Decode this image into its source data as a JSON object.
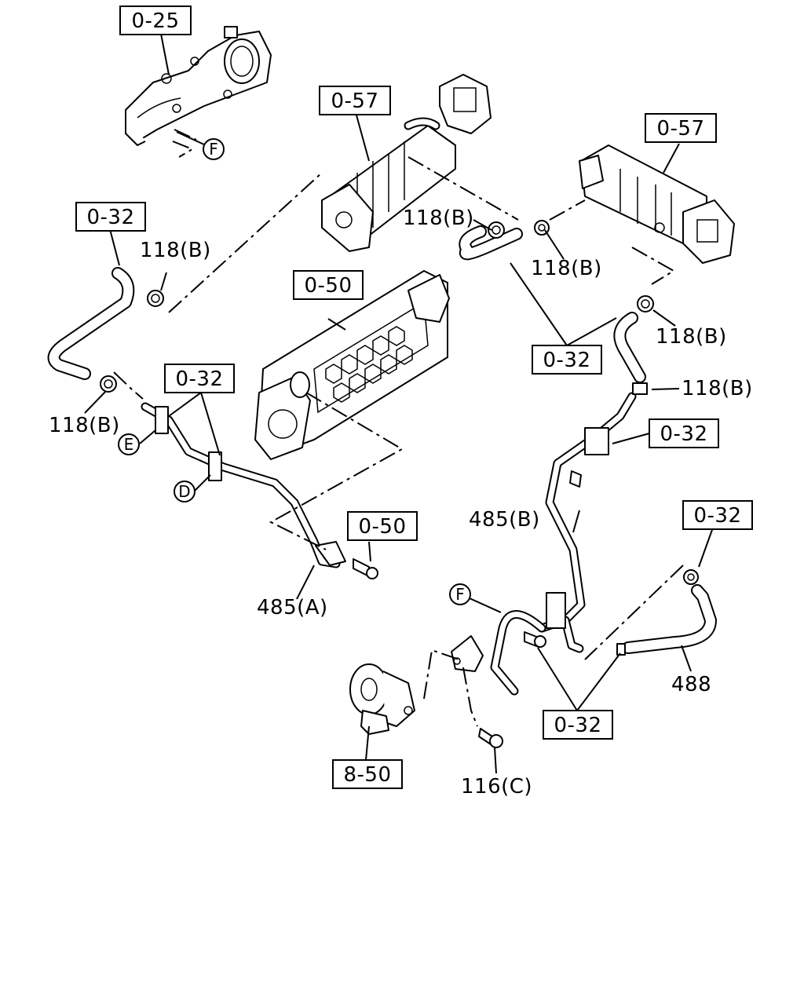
{
  "references": {
    "ref_0_25": "0-25",
    "ref_0_57_left": "0-57",
    "ref_0_57_right": "0-57",
    "ref_0_32_top_left": "0-32",
    "ref_0_50_center": "0-50",
    "ref_0_32_left_pipe": "0-32",
    "ref_0_32_center_hose": "0-32",
    "ref_0_32_right_clamp": "0-32",
    "ref_0_32_far_right": "0-32",
    "ref_0_50_bolt": "0-50",
    "ref_0_32_bottom": "0-32",
    "ref_8_50": "8-50"
  },
  "parts": {
    "clamp_118b_1": "118(B)",
    "clamp_118b_2": "118(B)",
    "clamp_118b_3": "118(B)",
    "clamp_118b_4": "118(B)",
    "clamp_118b_5": "118(B)",
    "clamp_118b_6": "118(B)",
    "pipe_485a": "485(A)",
    "pipe_485b": "485(B)",
    "hose_488": "488",
    "bolt_116c": "116(C)"
  },
  "markers": {
    "marker_f_top": "F",
    "marker_e": "E",
    "marker_d": "D",
    "marker_f_bottom": "F"
  }
}
